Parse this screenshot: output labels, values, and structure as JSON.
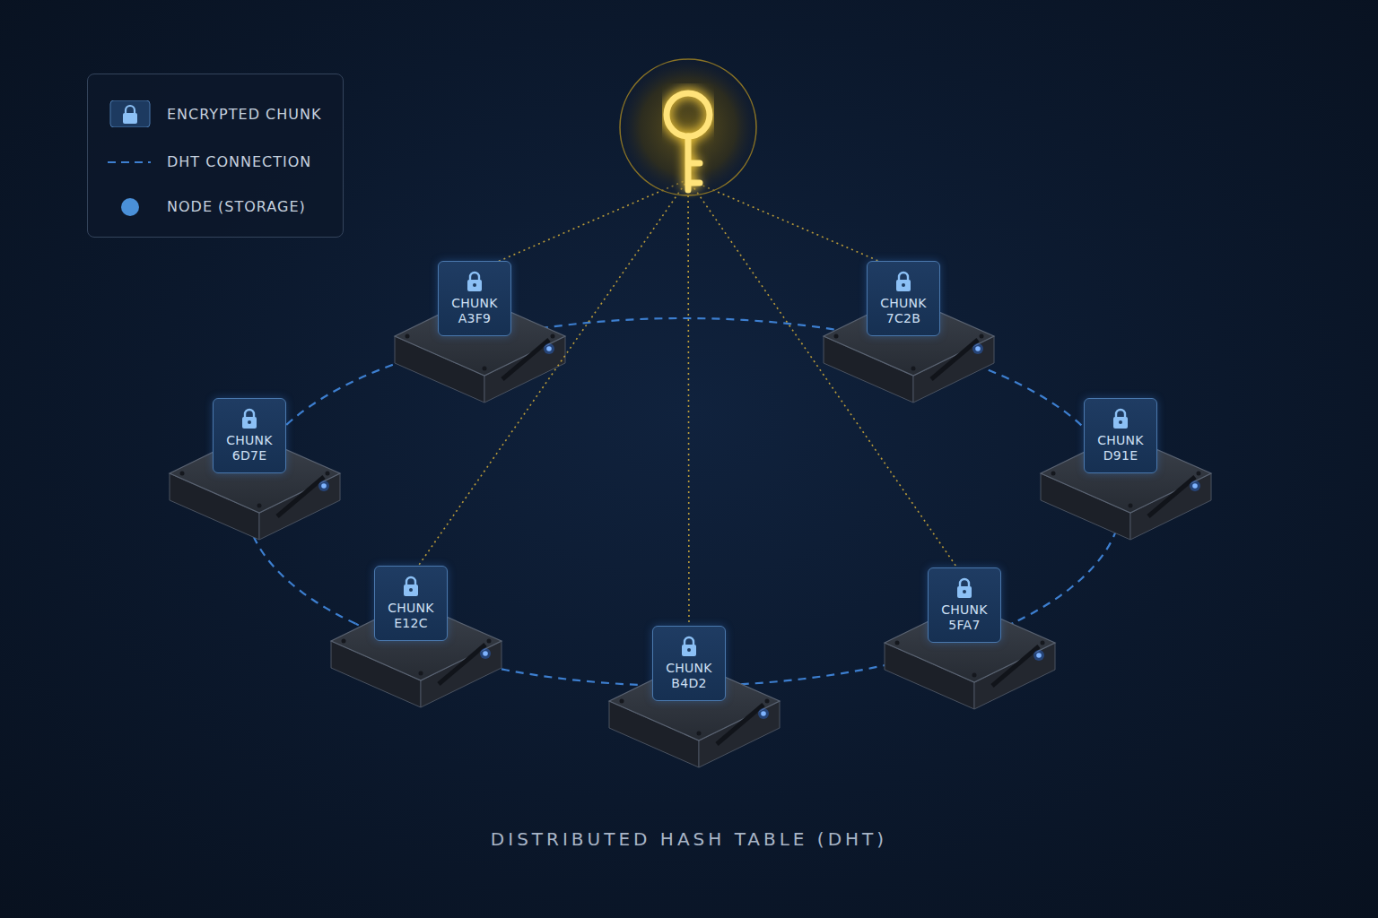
{
  "diagram": {
    "caption": "DISTRIBUTED HASH TABLE (DHT)",
    "nodes": [
      {
        "text": [
          "CHUNK A3F9"
        ]
      },
      {
        "text": [
          "CHUNK 7C2B"
        ]
      },
      {
        "text": [
          "CHUNK 6D7E"
        ]
      },
      {
        "text": [
          "CHUNK D91E"
        ]
      },
      {
        "text": [
          "CHUNK E12C"
        ]
      },
      {
        "text": [
          "CHUNK 5FA7"
        ]
      },
      {
        "text": [
          "CHUNK B4D2"
        ]
      }
    ],
    "edges": [
      {
        "from": 0,
        "to": 1,
        "arrow": "none"
      },
      {
        "from": 1,
        "to": 3,
        "arrow": "none"
      },
      {
        "from": 3,
        "to": 5,
        "arrow": "none"
      },
      {
        "from": 5,
        "to": 6,
        "arrow": "none"
      },
      {
        "from": 6,
        "to": 4,
        "arrow": "none"
      },
      {
        "from": 4,
        "to": 2,
        "arrow": "none"
      },
      {
        "from": 2,
        "to": 0,
        "arrow": "none"
      }
    ],
    "legend": [
      {
        "text": "ENCRYPTED CHUNK"
      },
      {
        "text": "DHT CONNECTION"
      },
      {
        "text": "NODE (STORAGE)",
        "color": "#4a90d9"
      }
    ]
  }
}
